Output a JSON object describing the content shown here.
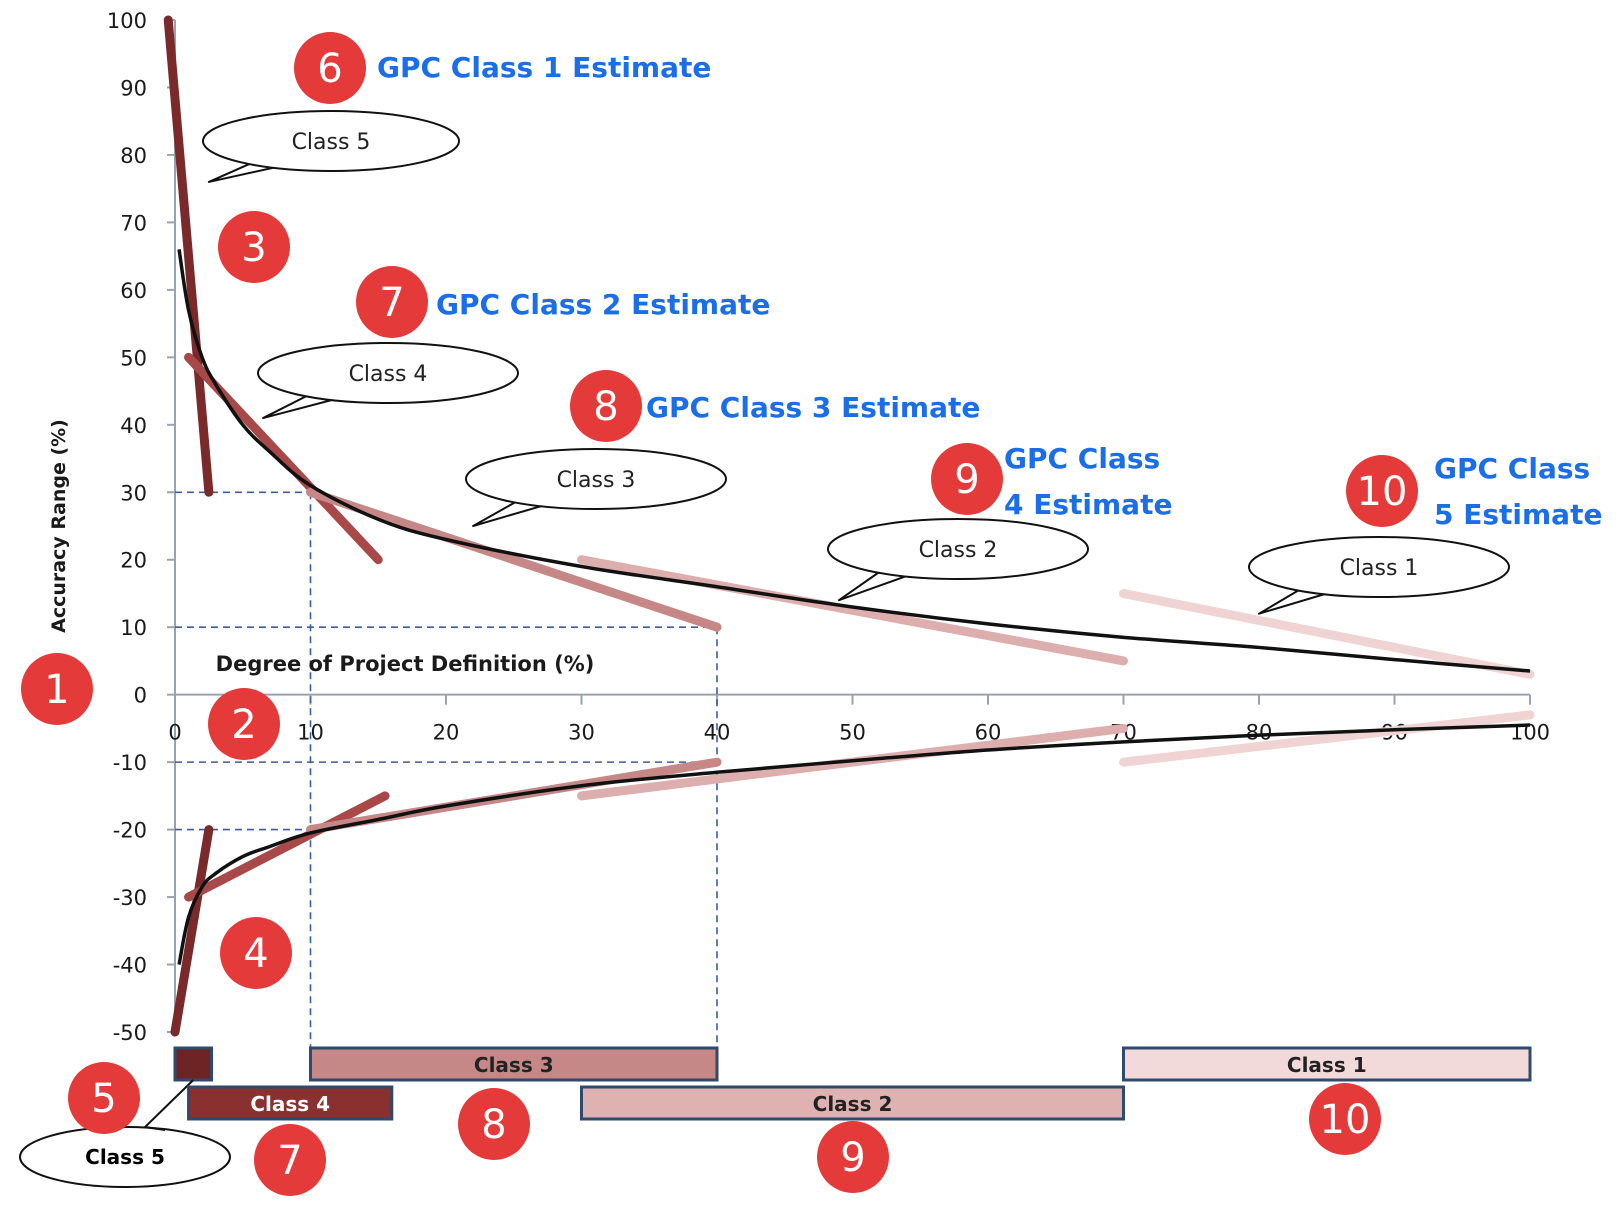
{
  "chart_data": {
    "type": "line",
    "xlabel": "Degree of Project Definition (%)",
    "ylabel": "Accuracy Range (%)",
    "xlim": [
      0,
      100
    ],
    "ylim": [
      -50,
      100
    ],
    "x_ticks": [
      0,
      10,
      20,
      30,
      40,
      50,
      60,
      70,
      80,
      90,
      100
    ],
    "y_ticks": [
      100,
      90,
      80,
      70,
      60,
      50,
      40,
      30,
      20,
      10,
      0,
      -10,
      -20,
      -30,
      -40,
      -50
    ],
    "grid": false,
    "curves": [
      {
        "bound": "upper",
        "color": "#111111",
        "x": [
          0.3,
          1,
          2,
          3,
          5,
          7,
          10,
          15,
          20,
          30,
          40,
          50,
          60,
          70,
          80,
          90,
          100
        ],
        "y": [
          66,
          57,
          50,
          46,
          40,
          36,
          31,
          26,
          23,
          19,
          16,
          13,
          10.5,
          8.5,
          7,
          5.2,
          3.5
        ]
      },
      {
        "bound": "lower",
        "color": "#111111",
        "x": [
          0.3,
          1,
          2,
          3,
          5,
          7,
          10,
          15,
          20,
          30,
          40,
          50,
          60,
          70,
          80,
          90,
          100
        ],
        "y": [
          -40,
          -33,
          -28.5,
          -26.5,
          -24,
          -22.5,
          -20.5,
          -18.5,
          -16.5,
          -13.5,
          -11.5,
          -9.8,
          -8.2,
          -7,
          -6,
          -5.2,
          -4.5
        ]
      }
    ],
    "class_lines": [
      {
        "class": "Class 5",
        "color": "#7a2a2a",
        "upper": [
          [
            -0.5,
            100
          ],
          [
            2.5,
            30
          ]
        ],
        "lower": [
          [
            0,
            -50
          ],
          [
            2.5,
            -20
          ]
        ]
      },
      {
        "class": "Class 4",
        "color": "#a84848",
        "upper": [
          [
            1,
            50
          ],
          [
            15,
            20
          ]
        ],
        "lower": [
          [
            1,
            -30
          ],
          [
            15.5,
            -15
          ]
        ]
      },
      {
        "class": "Class 3",
        "color": "#c68787",
        "upper": [
          [
            10,
            30
          ],
          [
            40,
            10
          ]
        ],
        "lower": [
          [
            10,
            -20
          ],
          [
            40,
            -10
          ]
        ]
      },
      {
        "class": "Class 2",
        "color": "#ddaeae",
        "upper": [
          [
            30,
            20
          ],
          [
            70,
            5
          ]
        ],
        "lower": [
          [
            30,
            -15
          ],
          [
            70,
            -5
          ]
        ]
      },
      {
        "class": "Class 1",
        "color": "#f0d3d3",
        "upper": [
          [
            70,
            15
          ],
          [
            100,
            3
          ]
        ],
        "lower": [
          [
            70,
            -10
          ],
          [
            100,
            -3
          ]
        ]
      }
    ],
    "reference_lines": [
      {
        "y": 30,
        "x_to": 10
      },
      {
        "y": 10,
        "x_to": 40
      },
      {
        "y": -10,
        "x_to": 40
      },
      {
        "y": -20,
        "x_to": 10
      },
      {
        "x": 10,
        "y_from": 30,
        "y_to": -50
      },
      {
        "x": 40,
        "y_from": 10,
        "y_to": -50
      }
    ],
    "range_bars": [
      {
        "label": "Class 5",
        "x_start": 0,
        "x_end": 2.7,
        "row": 1,
        "fill": "#6e2424",
        "text_color": "#000000",
        "label_in_bubble": true
      },
      {
        "label": "Class 4",
        "x_start": 1,
        "x_end": 16,
        "row": 2,
        "fill": "#8a3030",
        "text_color": "#ffffff"
      },
      {
        "label": "Class 3",
        "x_start": 10,
        "x_end": 40,
        "row": 1,
        "fill": "#c68787",
        "text_color": "#222222"
      },
      {
        "label": "Class 2",
        "x_start": 30,
        "x_end": 70,
        "row": 2,
        "fill": "#dfb2b2",
        "text_color": "#222222"
      },
      {
        "label": "Class 1",
        "x_start": 70,
        "x_end": 100,
        "row": 1,
        "fill": "#f3dada",
        "text_color": "#222222"
      }
    ],
    "bubbles": [
      {
        "text": "Class 5",
        "tail_x": 2.5,
        "tail_y": 76
      },
      {
        "text": "Class 4",
        "tail_x": 6.5,
        "tail_y": 41
      },
      {
        "text": "Class 3",
        "tail_x": 22,
        "tail_y": 25
      },
      {
        "text": "Class 2",
        "tail_x": 49,
        "tail_y": 14
      },
      {
        "text": "Class 1",
        "tail_x": 80,
        "tail_y": 12
      }
    ],
    "markers": [
      {
        "text": "1"
      },
      {
        "text": "2"
      },
      {
        "text": "3"
      },
      {
        "text": "4"
      },
      {
        "text": "5"
      },
      {
        "text": "6",
        "label": "GPC Class 1 Estimate"
      },
      {
        "text": "7",
        "label": "GPC Class 2 Estimate"
      },
      {
        "text": "8",
        "label": "GPC Class 3 Estimate"
      },
      {
        "text": "9",
        "label_lines": [
          "GPC Class",
          "4 Estimate"
        ]
      },
      {
        "text": "10",
        "label_lines": [
          "GPC Class",
          "5 Estimate"
        ]
      },
      {
        "text": "7"
      },
      {
        "text": "8"
      },
      {
        "text": "9"
      },
      {
        "text": "10"
      }
    ],
    "colors": {
      "marker": "#e53a3a",
      "label": "#1a6ee8",
      "axis": "#9aa3ad",
      "reference": "#3a5f9a",
      "band_border": "#2f4a6d"
    }
  }
}
